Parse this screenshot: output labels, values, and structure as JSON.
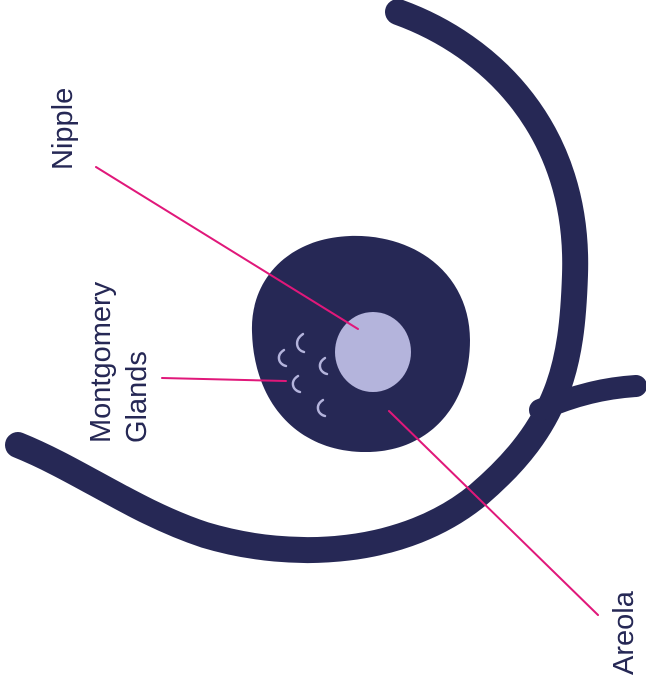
{
  "diagram": {
    "labels": {
      "nipple": "Nipple",
      "montgomery_line1": "Montgomery",
      "montgomery_line2": "Glands",
      "areola": "Areola"
    },
    "colors": {
      "outline": "#262855",
      "areola": "#262855",
      "nipple": "#b4b4dc",
      "glands": "#b4b4dc",
      "leader_lines": "#e0187a",
      "label_text": "#262855",
      "background": "#ffffff"
    }
  }
}
